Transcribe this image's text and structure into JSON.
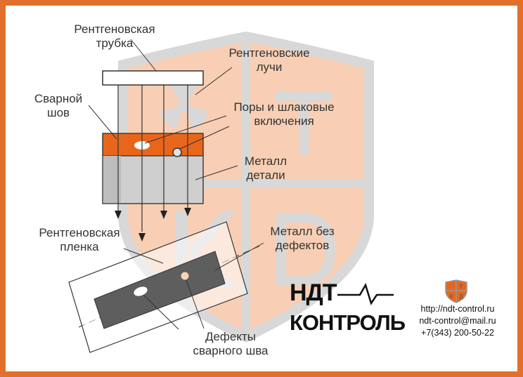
{
  "labels": {
    "tube": "Рентгеновская\nтрубка",
    "rays": "Рентгеновские\nлучи",
    "weld": "Сварной\nшов",
    "pores": "Поры и шлаковые\nвключения",
    "metal": "Металл\nдетали",
    "film": "Рентгеновская\nпленка",
    "no_defects": "Металл без\nдефектов",
    "defects": "Дефекты\nсварного шва"
  },
  "logo": {
    "line1": "НДТ",
    "line2": "КОНТРОЛЬ",
    "emblem_letters": [
      "Т",
      "К",
      "Д"
    ]
  },
  "contacts": {
    "url": "http://ndt-control.ru",
    "email": "ndt-control@mail.ru",
    "phone": "+7(343) 200-50-22"
  },
  "colors": {
    "frame": "#e2702c",
    "shield": "#f7c7a4",
    "weld": "#e8661c",
    "metal": "#d2d2d2",
    "film_dark": "#5e5e5e"
  }
}
